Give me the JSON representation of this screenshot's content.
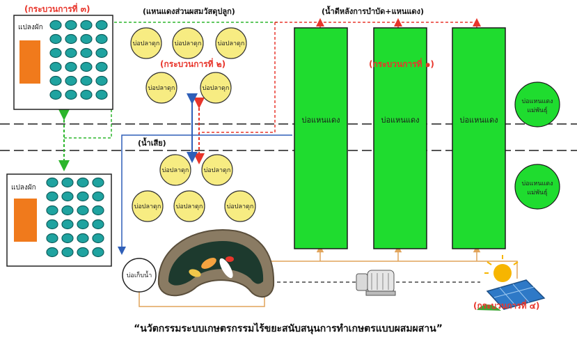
{
  "labels": {
    "process3": "(กระบวนการที่ ๓)",
    "process2": "(กระบวนการที่ ๒)",
    "process1": "(กระบวนการที่ ๑)",
    "process4": "(กระบวนการที่ ๔)",
    "top_mixed": "(แหนแดงส่วนผสมวัสดุปลูก)",
    "top_water": "(น้ำดีหลังการบำบัด+แหนแดง)",
    "wastewater": "(น้ำเสีย)"
  },
  "veg_plot_top": {
    "label": "แปลงผัก"
  },
  "veg_plot_bottom": {
    "label": "แปลงผัก"
  },
  "catfish_ponds_top": [
    "บ่อปลาดุก",
    "บ่อปลาดุก",
    "บ่อปลาดุก",
    "บ่อปลาดุก",
    "บ่อปลาดุก"
  ],
  "catfish_ponds_bottom": [
    "บ่อปลาดุก",
    "บ่อปลาดุก",
    "บ่อปลาดุก",
    "บ่อปลาดุก",
    "บ่อปลาดุก"
  ],
  "azolla_tanks": [
    "บ่อแหนแดง",
    "บ่อแหนแดง",
    "บ่อแหนแดง"
  ],
  "breeder_ponds": [
    {
      "line1": "บ่อแหนแดง",
      "line2": "แม่พันธุ์"
    },
    {
      "line1": "บ่อแหนแดง",
      "line2": "แม่พันธุ์"
    }
  ],
  "storage_pond": "บ่อเก็บน้ำ",
  "caption": "“นวัตกรรมระบบเกษตรกรรมไร้ขยะสนับสนุนการทำเกษตรแบบผสมผสาน”",
  "colors": {
    "tank_green": "#1fdc2f",
    "pond_yellow": "#f7ec82",
    "dot_teal": "#1fa3a0",
    "plot_orange": "#f07a1c",
    "arrow_red": "#e8352b",
    "arrow_blue": "#2f5fb8",
    "arrow_green": "#2bb52b",
    "pipe_orange": "#e0a35a"
  }
}
